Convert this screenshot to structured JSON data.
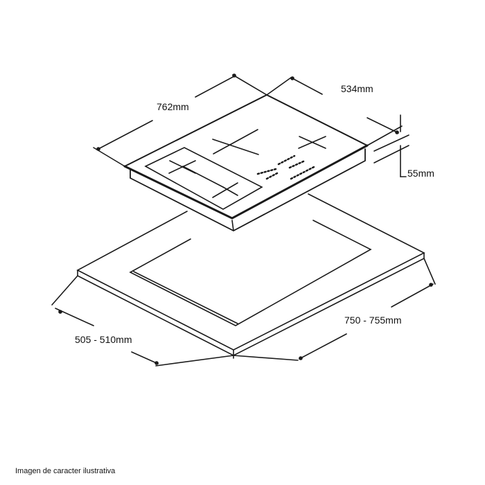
{
  "dimensions": {
    "width": "762mm",
    "depth": "534mm",
    "height": "55mm",
    "cutout_depth": "505 - 510mm",
    "cutout_width": "750 - 755mm"
  },
  "caption": "Imagen de caracter ilustrativa",
  "colors": {
    "line": "#1a1a1a",
    "background": "#ffffff"
  }
}
